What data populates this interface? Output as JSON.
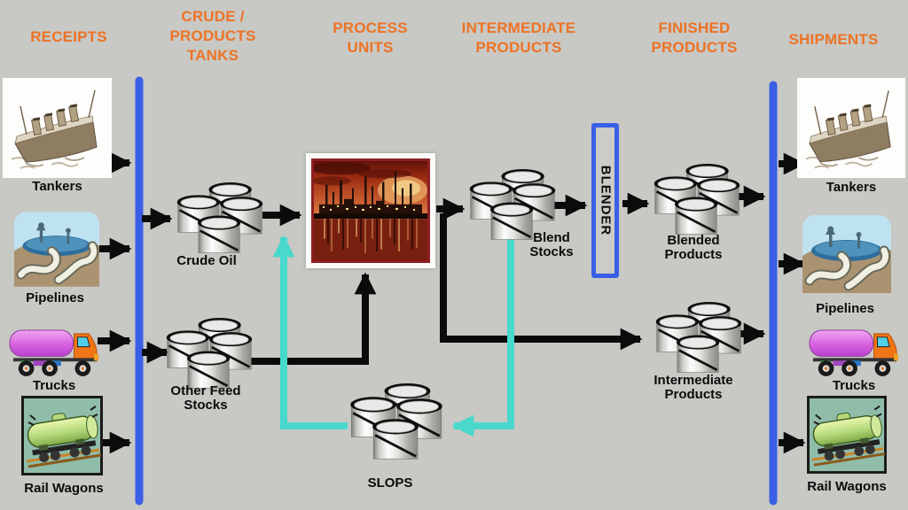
{
  "headers": [
    {
      "id": "receipts",
      "label": "RECEIPTS"
    },
    {
      "id": "crude-products-tanks",
      "label": "CRUDE /\nPRODUCTS\nTANKS"
    },
    {
      "id": "process-units",
      "label": "PROCESS\nUNITS"
    },
    {
      "id": "intermediate-products",
      "label": "INTERMEDIATE\nPRODUCTS"
    },
    {
      "id": "finished-products",
      "label": "FINISHED\nPRODUCTS"
    },
    {
      "id": "shipments",
      "label": "SHIPMENTS"
    }
  ],
  "receipts": {
    "items": [
      {
        "label": "Tankers",
        "icon": "tanker-ship-icon"
      },
      {
        "label": "Pipelines",
        "icon": "pipelines-icon"
      },
      {
        "label": "Trucks",
        "icon": "tank-truck-icon"
      },
      {
        "label": "Rail Wagons",
        "icon": "rail-wagon-icon"
      }
    ]
  },
  "shipments": {
    "items": [
      {
        "label": "Tankers",
        "icon": "tanker-ship-icon"
      },
      {
        "label": "Pipelines",
        "icon": "pipelines-icon"
      },
      {
        "label": "Trucks",
        "icon": "tank-truck-icon"
      },
      {
        "label": "Rail Wagons",
        "icon": "rail-wagon-icon"
      }
    ]
  },
  "tanks": {
    "crude_oil": {
      "label": "Crude Oil"
    },
    "other_feed": {
      "label": "Other Feed\nStocks"
    },
    "blend_stocks": {
      "label": "Blend\nStocks"
    },
    "blended_products": {
      "label": "Blended\nProducts"
    },
    "intermediate_products": {
      "label": "Intermediate\nProducts"
    },
    "slops": {
      "label": "SLOPS"
    }
  },
  "blender": {
    "label": "BLENDER"
  },
  "colors": {
    "background": "#C8C8C4",
    "header_orange": "#ED7325",
    "boundary_blue": "#3A5FE6",
    "arrow_black": "#0B0B0B",
    "recycle_cyan": "#48D8CC",
    "process_frame_red": "#8E1F24"
  },
  "flows": [
    "Tankers -> receipts boundary",
    "Pipelines -> receipts boundary",
    "Trucks -> receipts boundary",
    "Rail Wagons -> receipts boundary",
    "Receipts boundary -> Crude Oil tanks",
    "Receipts boundary -> Other Feed Stocks tanks",
    "Crude Oil tanks -> Process Units",
    "Other Feed Stocks tanks -> Process Units",
    "Process Units -> Blend Stocks tanks",
    "Process Units -> Intermediate Products tanks",
    "Blend Stocks tanks -> Blender",
    "Blender -> Blended Products tanks",
    "Blended Products tanks -> shipments boundary",
    "Intermediate Products tanks -> shipments boundary",
    "Shipments boundary -> Tankers",
    "Shipments boundary -> Pipelines",
    "Shipments boundary -> Rail Wagons",
    "Slops tanks -> Process Units (cyan recycle)",
    "Blend Stocks tanks -> Slops tanks (cyan recycle)"
  ]
}
